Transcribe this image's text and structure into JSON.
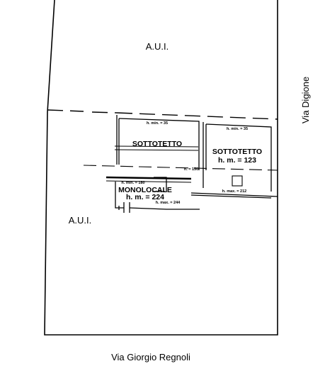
{
  "plan": {
    "area_top": "A.U.I.",
    "area_left": "A.U.I.",
    "street_right": "Via Digione",
    "street_bottom": "Via Giorgio Regnoli",
    "room_left_name": "SOTTOTETTO",
    "room_left_hmin": "h. min. = 35",
    "room_right_name": "SOTTOTETTO",
    "room_right_hm": "h. m. = 123",
    "room_right_hmin": "h. min. = 35",
    "room_right_hmax": "h. max. = 212",
    "level_150": "h. = 150",
    "studio_name": "MONOLOCALE",
    "studio_hm": "h. m. = 224",
    "studio_hmin": "h. min. = 180",
    "studio_hmax": "h. max. = 244"
  }
}
